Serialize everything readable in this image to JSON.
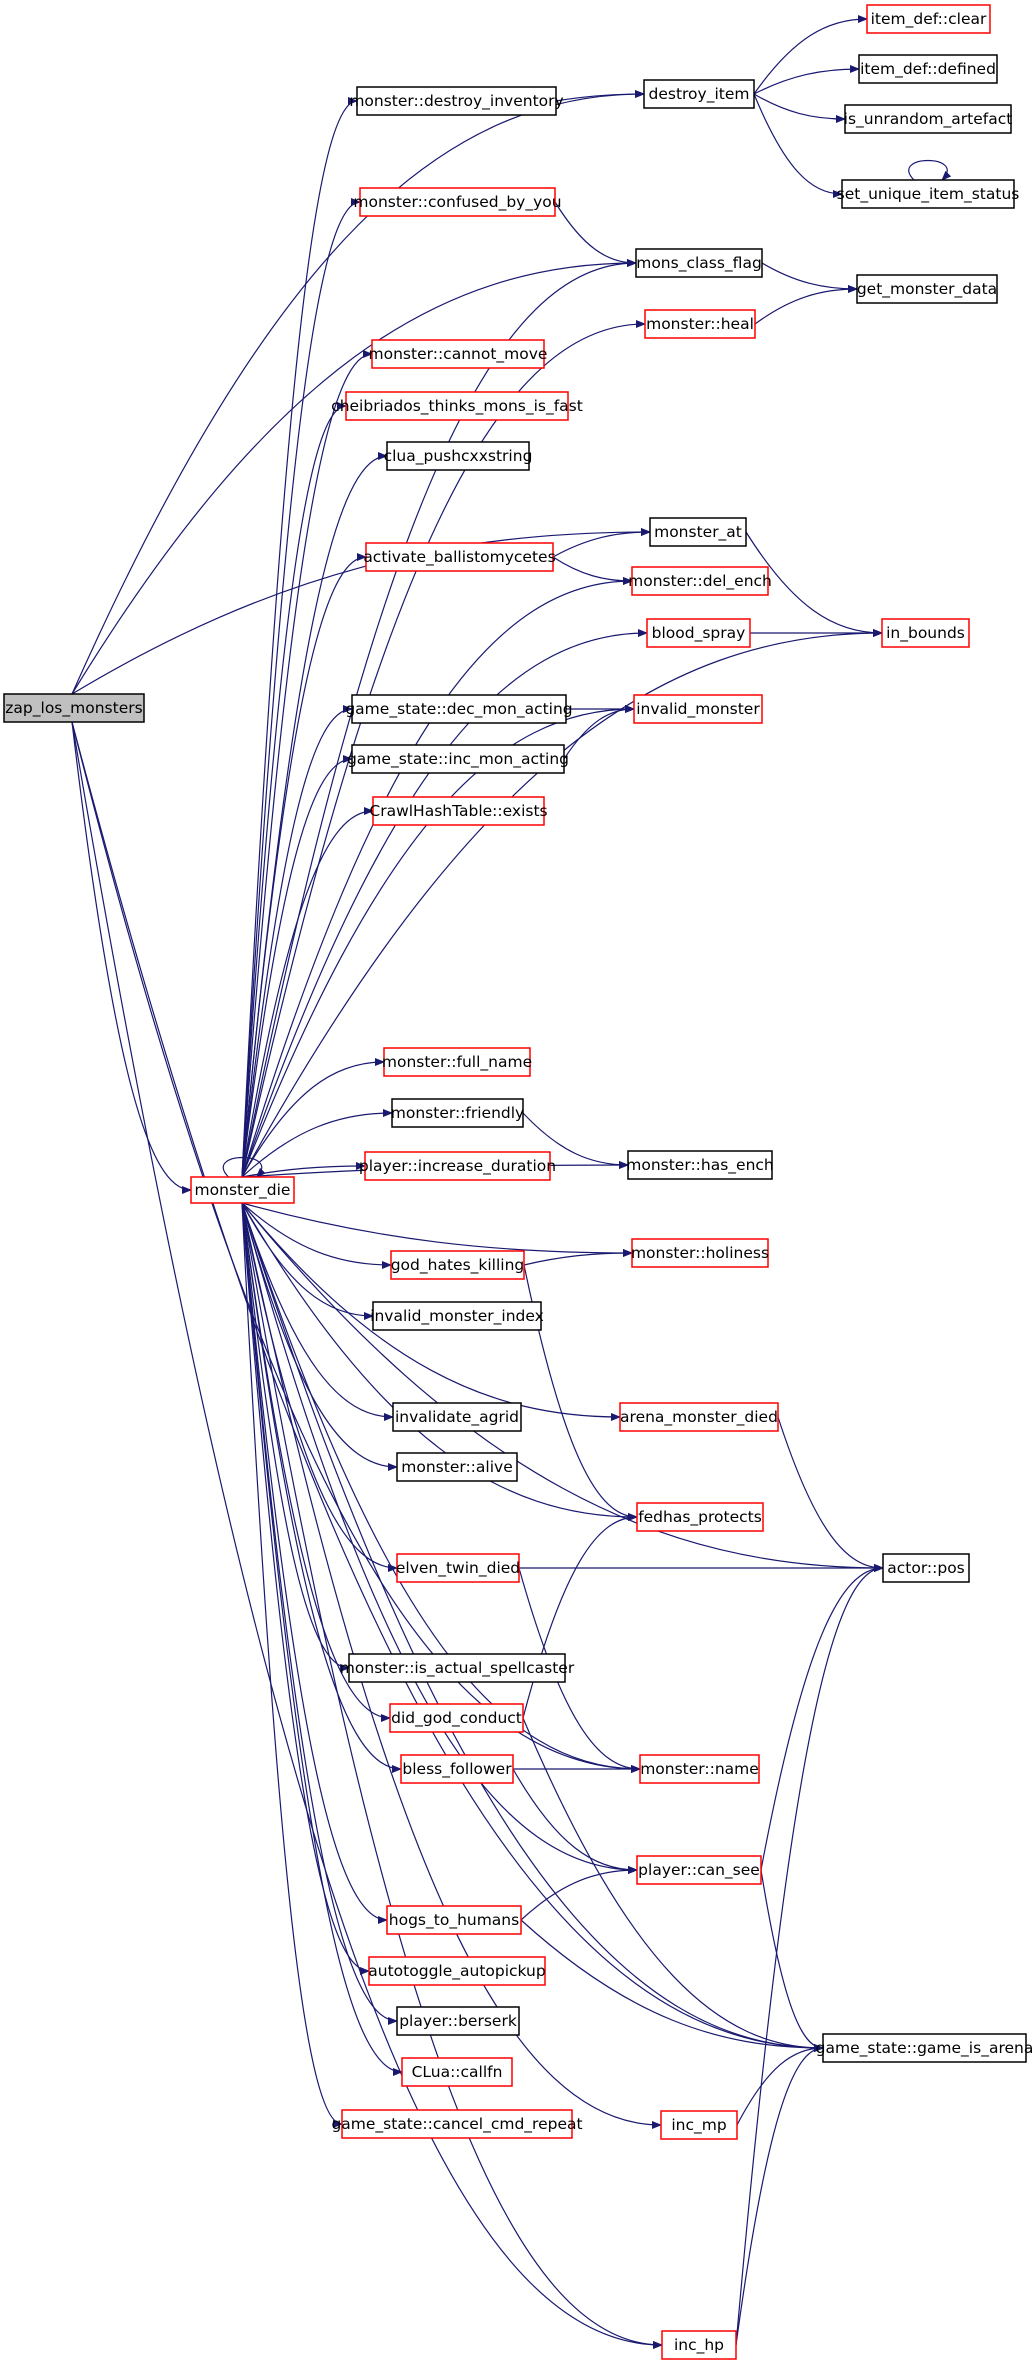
{
  "colors": {
    "edge": "#191970",
    "border_black": "#000000",
    "border_red": "#ff0000",
    "root_fill": "#c0c0c0",
    "node_fill": "#ffffff"
  },
  "nodes": [
    {
      "id": "zap_los_monsters",
      "label": "zap_los_monsters",
      "border": "black",
      "root": true
    },
    {
      "id": "monster_die",
      "label": "monster_die",
      "border": "red"
    },
    {
      "id": "mon_destroy_inventory",
      "label": "monster::destroy_inventory",
      "border": "black"
    },
    {
      "id": "destroy_item",
      "label": "destroy_item",
      "border": "black"
    },
    {
      "id": "item_def_clear",
      "label": "item_def::clear",
      "border": "red"
    },
    {
      "id": "item_def_defined",
      "label": "item_def::defined",
      "border": "black"
    },
    {
      "id": "is_unrandom_artefact",
      "label": "is_unrandom_artefact",
      "border": "black"
    },
    {
      "id": "set_unique_item_status",
      "label": "set_unique_item_status",
      "border": "black"
    },
    {
      "id": "mon_confused_by_you",
      "label": "monster::confused_by_you",
      "border": "red"
    },
    {
      "id": "mons_class_flag",
      "label": "mons_class_flag",
      "border": "black"
    },
    {
      "id": "get_monster_data",
      "label": "get_monster_data",
      "border": "black"
    },
    {
      "id": "mon_heal",
      "label": "monster::heal",
      "border": "red"
    },
    {
      "id": "mon_cannot_move",
      "label": "monster::cannot_move",
      "border": "red"
    },
    {
      "id": "cheibriados",
      "label": "cheibriados_thinks_mons_is_fast",
      "border": "red"
    },
    {
      "id": "clua_pushcxxstring",
      "label": "clua_pushcxxstring",
      "border": "black"
    },
    {
      "id": "activate_ballistomycetes",
      "label": "activate_ballistomycetes",
      "border": "red"
    },
    {
      "id": "monster_at",
      "label": "monster_at",
      "border": "black"
    },
    {
      "id": "mon_del_ench",
      "label": "monster::del_ench",
      "border": "red"
    },
    {
      "id": "blood_spray",
      "label": "blood_spray",
      "border": "red"
    },
    {
      "id": "in_bounds",
      "label": "in_bounds",
      "border": "red"
    },
    {
      "id": "gs_dec_mon_acting",
      "label": "game_state::dec_mon_acting",
      "border": "black"
    },
    {
      "id": "invalid_monster",
      "label": "invalid_monster",
      "border": "red"
    },
    {
      "id": "gs_inc_mon_acting",
      "label": "game_state::inc_mon_acting",
      "border": "black"
    },
    {
      "id": "chht_exists",
      "label": "CrawlHashTable::exists",
      "border": "red"
    },
    {
      "id": "mon_full_name",
      "label": "monster::full_name",
      "border": "red"
    },
    {
      "id": "mon_friendly",
      "label": "monster::friendly",
      "border": "black"
    },
    {
      "id": "player_increase_duration",
      "label": "player::increase_duration",
      "border": "red"
    },
    {
      "id": "mon_has_ench",
      "label": "monster::has_ench",
      "border": "black"
    },
    {
      "id": "god_hates_killing",
      "label": "god_hates_killing",
      "border": "red"
    },
    {
      "id": "mon_holiness",
      "label": "monster::holiness",
      "border": "red"
    },
    {
      "id": "invalid_monster_index",
      "label": "invalid_monster_index",
      "border": "black"
    },
    {
      "id": "invalidate_agrid",
      "label": "invalidate_agrid",
      "border": "black"
    },
    {
      "id": "arena_monster_died",
      "label": "arena_monster_died",
      "border": "red"
    },
    {
      "id": "mon_alive",
      "label": "monster::alive",
      "border": "black"
    },
    {
      "id": "fedhas_protects",
      "label": "fedhas_protects",
      "border": "red"
    },
    {
      "id": "elven_twin_died",
      "label": "elven_twin_died",
      "border": "red"
    },
    {
      "id": "actor_pos",
      "label": "actor::pos",
      "border": "black"
    },
    {
      "id": "mon_is_actual_spellcaster",
      "label": "monster::is_actual_spellcaster",
      "border": "black"
    },
    {
      "id": "did_god_conduct",
      "label": "did_god_conduct",
      "border": "red"
    },
    {
      "id": "bless_follower",
      "label": "bless_follower",
      "border": "red"
    },
    {
      "id": "mon_name",
      "label": "monster::name",
      "border": "red"
    },
    {
      "id": "player_can_see",
      "label": "player::can_see",
      "border": "red"
    },
    {
      "id": "hogs_to_humans",
      "label": "hogs_to_humans",
      "border": "red"
    },
    {
      "id": "autotoggle_autopickup",
      "label": "autotoggle_autopickup",
      "border": "red"
    },
    {
      "id": "player_berserk",
      "label": "player::berserk",
      "border": "black"
    },
    {
      "id": "gs_game_is_arena",
      "label": "game_state::game_is_arena",
      "border": "black"
    },
    {
      "id": "clua_callfn",
      "label": "CLua::callfn",
      "border": "red"
    },
    {
      "id": "gs_cancel_cmd_repeat",
      "label": "game_state::cancel_cmd_repeat",
      "border": "red"
    },
    {
      "id": "inc_mp",
      "label": "inc_mp",
      "border": "red"
    },
    {
      "id": "inc_hp",
      "label": "inc_hp",
      "border": "red"
    }
  ],
  "edges": [
    [
      "zap_los_monsters",
      "destroy_item"
    ],
    [
      "zap_los_monsters",
      "mons_class_flag"
    ],
    [
      "zap_los_monsters",
      "monster_at"
    ],
    [
      "zap_los_monsters",
      "monster_die"
    ],
    [
      "zap_los_monsters",
      "mon_name"
    ],
    [
      "zap_los_monsters",
      "gs_game_is_arena"
    ],
    [
      "zap_los_monsters",
      "inc_hp"
    ],
    [
      "mon_destroy_inventory",
      "destroy_item"
    ],
    [
      "destroy_item",
      "item_def_clear"
    ],
    [
      "destroy_item",
      "item_def_defined"
    ],
    [
      "destroy_item",
      "is_unrandom_artefact"
    ],
    [
      "destroy_item",
      "set_unique_item_status"
    ],
    [
      "set_unique_item_status",
      "set_unique_item_status"
    ],
    [
      "mon_confused_by_you",
      "mons_class_flag"
    ],
    [
      "mons_class_flag",
      "get_monster_data"
    ],
    [
      "mon_heal",
      "get_monster_data"
    ],
    [
      "activate_ballistomycetes",
      "monster_at"
    ],
    [
      "activate_ballistomycetes",
      "mon_del_ench"
    ],
    [
      "monster_at",
      "in_bounds"
    ],
    [
      "blood_spray",
      "in_bounds"
    ],
    [
      "gs_dec_mon_acting",
      "invalid_monster"
    ],
    [
      "gs_inc_mon_acting",
      "invalid_monster"
    ],
    [
      "mon_friendly",
      "mon_has_ench"
    ],
    [
      "god_hates_killing",
      "mon_holiness"
    ],
    [
      "god_hates_killing",
      "fedhas_protects"
    ],
    [
      "arena_monster_died",
      "actor_pos"
    ],
    [
      "elven_twin_died",
      "actor_pos"
    ],
    [
      "elven_twin_died",
      "mon_name"
    ],
    [
      "did_god_conduct",
      "fedhas_protects"
    ],
    [
      "did_god_conduct",
      "gs_game_is_arena"
    ],
    [
      "bless_follower",
      "mon_name"
    ],
    [
      "bless_follower",
      "player_can_see"
    ],
    [
      "player_can_see",
      "actor_pos"
    ],
    [
      "player_can_see",
      "gs_game_is_arena"
    ],
    [
      "hogs_to_humans",
      "player_can_see"
    ],
    [
      "hogs_to_humans",
      "gs_game_is_arena"
    ],
    [
      "inc_mp",
      "gs_game_is_arena"
    ],
    [
      "inc_hp",
      "actor_pos"
    ],
    [
      "inc_hp",
      "gs_game_is_arena"
    ],
    [
      "monster_die",
      "monster_die"
    ],
    [
      "monster_die",
      "mon_destroy_inventory"
    ],
    [
      "monster_die",
      "mon_confused_by_you"
    ],
    [
      "monster_die",
      "mons_class_flag"
    ],
    [
      "monster_die",
      "mon_heal"
    ],
    [
      "monster_die",
      "mon_cannot_move"
    ],
    [
      "monster_die",
      "cheibriados"
    ],
    [
      "monster_die",
      "clua_pushcxxstring"
    ],
    [
      "monster_die",
      "activate_ballistomycetes"
    ],
    [
      "monster_die",
      "mon_del_ench"
    ],
    [
      "monster_die",
      "blood_spray"
    ],
    [
      "monster_die",
      "invalid_monster"
    ],
    [
      "monster_die",
      "gs_dec_mon_acting"
    ],
    [
      "monster_die",
      "gs_inc_mon_acting"
    ],
    [
      "monster_die",
      "chht_exists"
    ],
    [
      "monster_die",
      "in_bounds"
    ],
    [
      "monster_die",
      "actor_pos"
    ],
    [
      "monster_die",
      "mon_holiness"
    ],
    [
      "monster_die",
      "mon_full_name"
    ],
    [
      "monster_die",
      "mon_friendly"
    ],
    [
      "monster_die",
      "player_increase_duration"
    ],
    [
      "monster_die",
      "mon_has_ench"
    ],
    [
      "monster_die",
      "god_hates_killing"
    ],
    [
      "monster_die",
      "invalid_monster_index"
    ],
    [
      "monster_die",
      "arena_monster_died"
    ],
    [
      "monster_die",
      "invalidate_agrid"
    ],
    [
      "monster_die",
      "mon_alive"
    ],
    [
      "monster_die",
      "fedhas_protects"
    ],
    [
      "monster_die",
      "elven_twin_died"
    ],
    [
      "monster_die",
      "mon_is_actual_spellcaster"
    ],
    [
      "monster_die",
      "did_god_conduct"
    ],
    [
      "monster_die",
      "bless_follower"
    ],
    [
      "monster_die",
      "mon_name"
    ],
    [
      "monster_die",
      "player_can_see"
    ],
    [
      "monster_die",
      "hogs_to_humans"
    ],
    [
      "monster_die",
      "autotoggle_autopickup"
    ],
    [
      "monster_die",
      "player_berserk"
    ],
    [
      "monster_die",
      "clua_callfn"
    ],
    [
      "monster_die",
      "gs_cancel_cmd_repeat"
    ],
    [
      "monster_die",
      "inc_mp"
    ],
    [
      "monster_die",
      "gs_game_is_arena"
    ],
    [
      "monster_die",
      "inc_hp"
    ]
  ]
}
